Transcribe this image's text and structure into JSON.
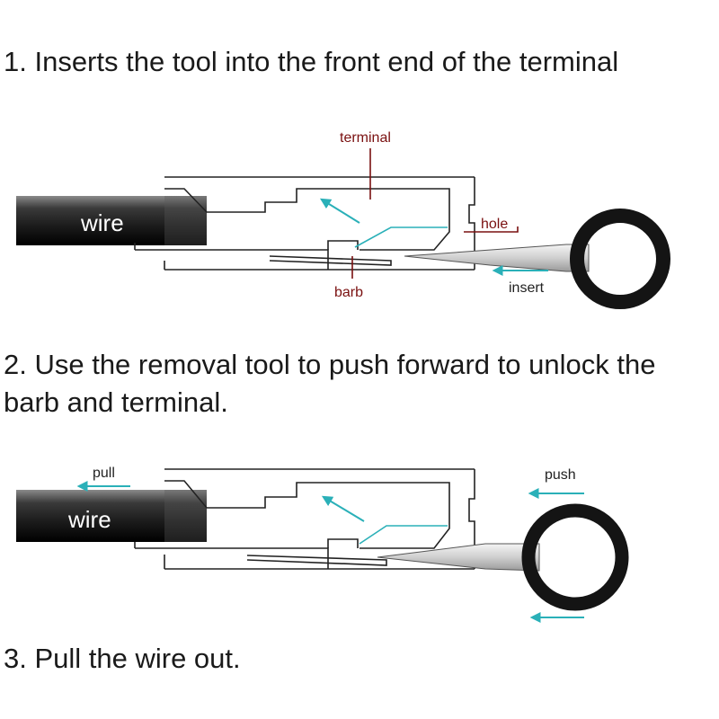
{
  "steps": [
    "1. Inserts the tool into the front end of the terminal",
    "2. Use the removal tool to push forward to unlock the barb and terminal.",
    "3. Pull the wire out."
  ],
  "diagram1": {
    "wire_label": "wire",
    "terminal_label": "terminal",
    "hole_label": "hole",
    "barb_label": "barb",
    "insert_label": "insert"
  },
  "diagram2": {
    "wire_label": "wire",
    "pull_label": "pull",
    "push_label": "push"
  },
  "colors": {
    "arrow": "#2ab0b8",
    "callout": "#7a1010",
    "wire_dark": "#1e1e1e",
    "ring": "#141414"
  }
}
